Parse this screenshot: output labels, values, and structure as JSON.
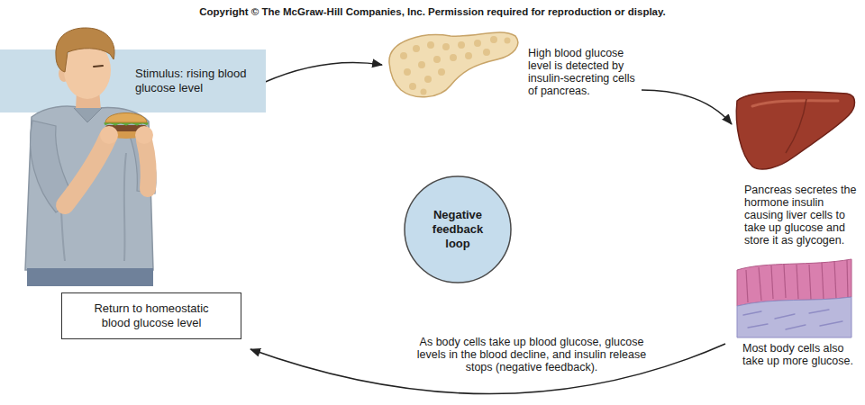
{
  "diagram": {
    "nodes": [
      {
        "text": [
          "Stimulus: rising blood glucose level"
        ]
      },
      {
        "text": [
          "Negative feedback loop"
        ]
      },
      {
        "text": [
          "Return to homeostatic blood glucose level"
        ]
      }
    ],
    "labels": [
      "Copyright © The McGraw-Hill Companies, Inc. Permission required for reproduction or display.",
      "High blood glucose level is detected by insulin-secreting cells of pancreas.",
      "Pancreas secretes the hormone insulin causing liver cells to take up glucose and store it as glycogen.",
      "Most body cells also take up more glucose.",
      "As body cells take up blood glucose, glucose levels in the blood decline, and insulin release stops (negative feedback)."
    ]
  }
}
